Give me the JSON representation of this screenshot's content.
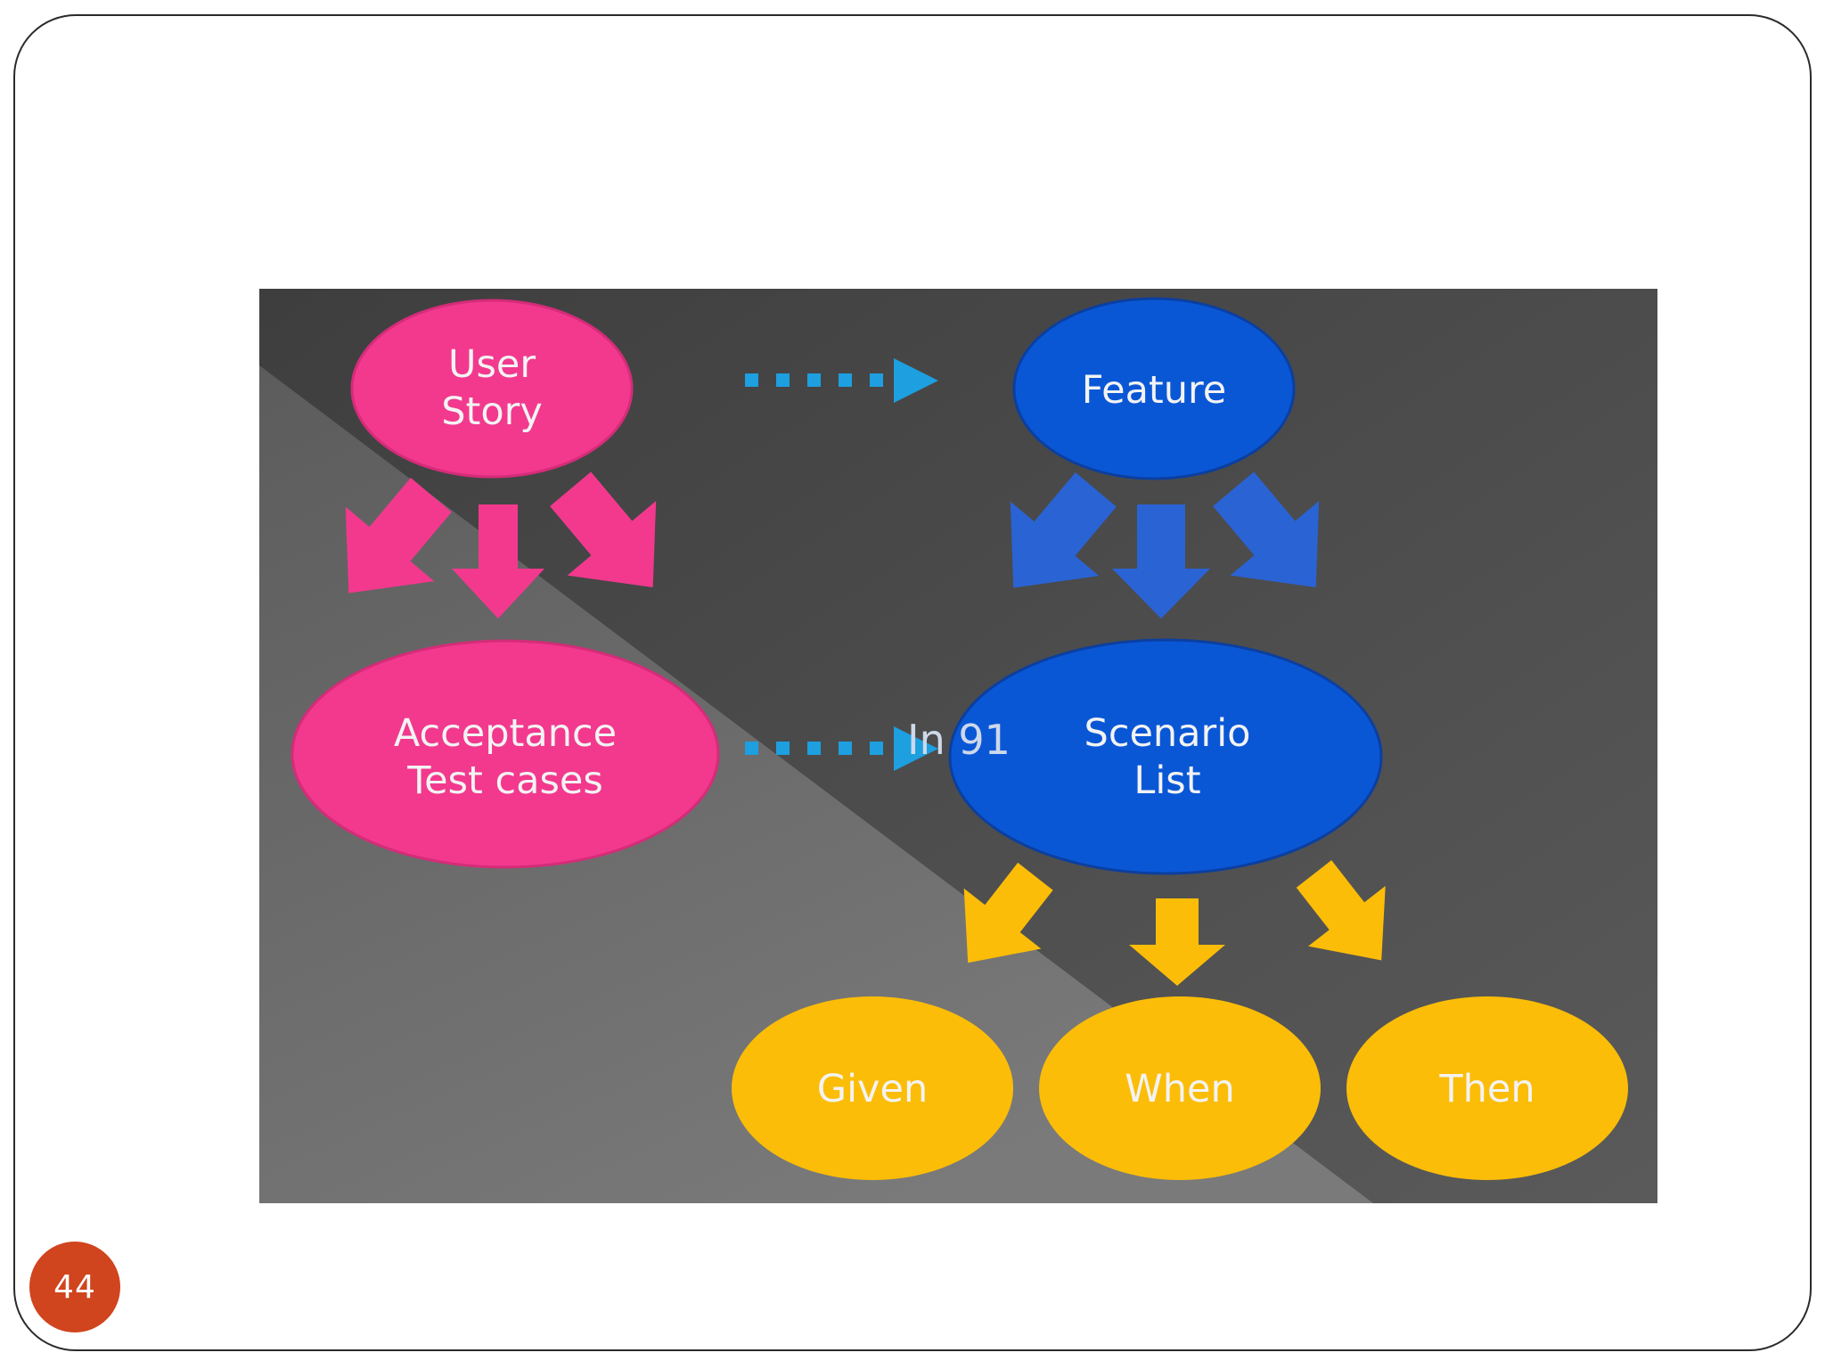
{
  "slide": {
    "page_number": "44"
  },
  "diagram": {
    "nodes": {
      "user_story": {
        "lines": [
          "User",
          "Story"
        ]
      },
      "acceptance": {
        "lines": [
          "Acceptance",
          "Test cases"
        ]
      },
      "feature": {
        "lines": [
          "Feature"
        ]
      },
      "scenario": {
        "lines": [
          "Scenario",
          "List"
        ]
      },
      "given": {
        "lines": [
          "Given"
        ]
      },
      "when": {
        "lines": [
          "When"
        ]
      },
      "then": {
        "lines": [
          "Then"
        ]
      }
    },
    "overlay_text": "In 91",
    "colors": {
      "pink": "#f2398e",
      "blue": "#0a57d6",
      "blue_arrow": "#2a63d4",
      "yellow": "#fbbd07",
      "dotted_arrow": "#1d9fe0",
      "badge": "#d0441e"
    }
  }
}
